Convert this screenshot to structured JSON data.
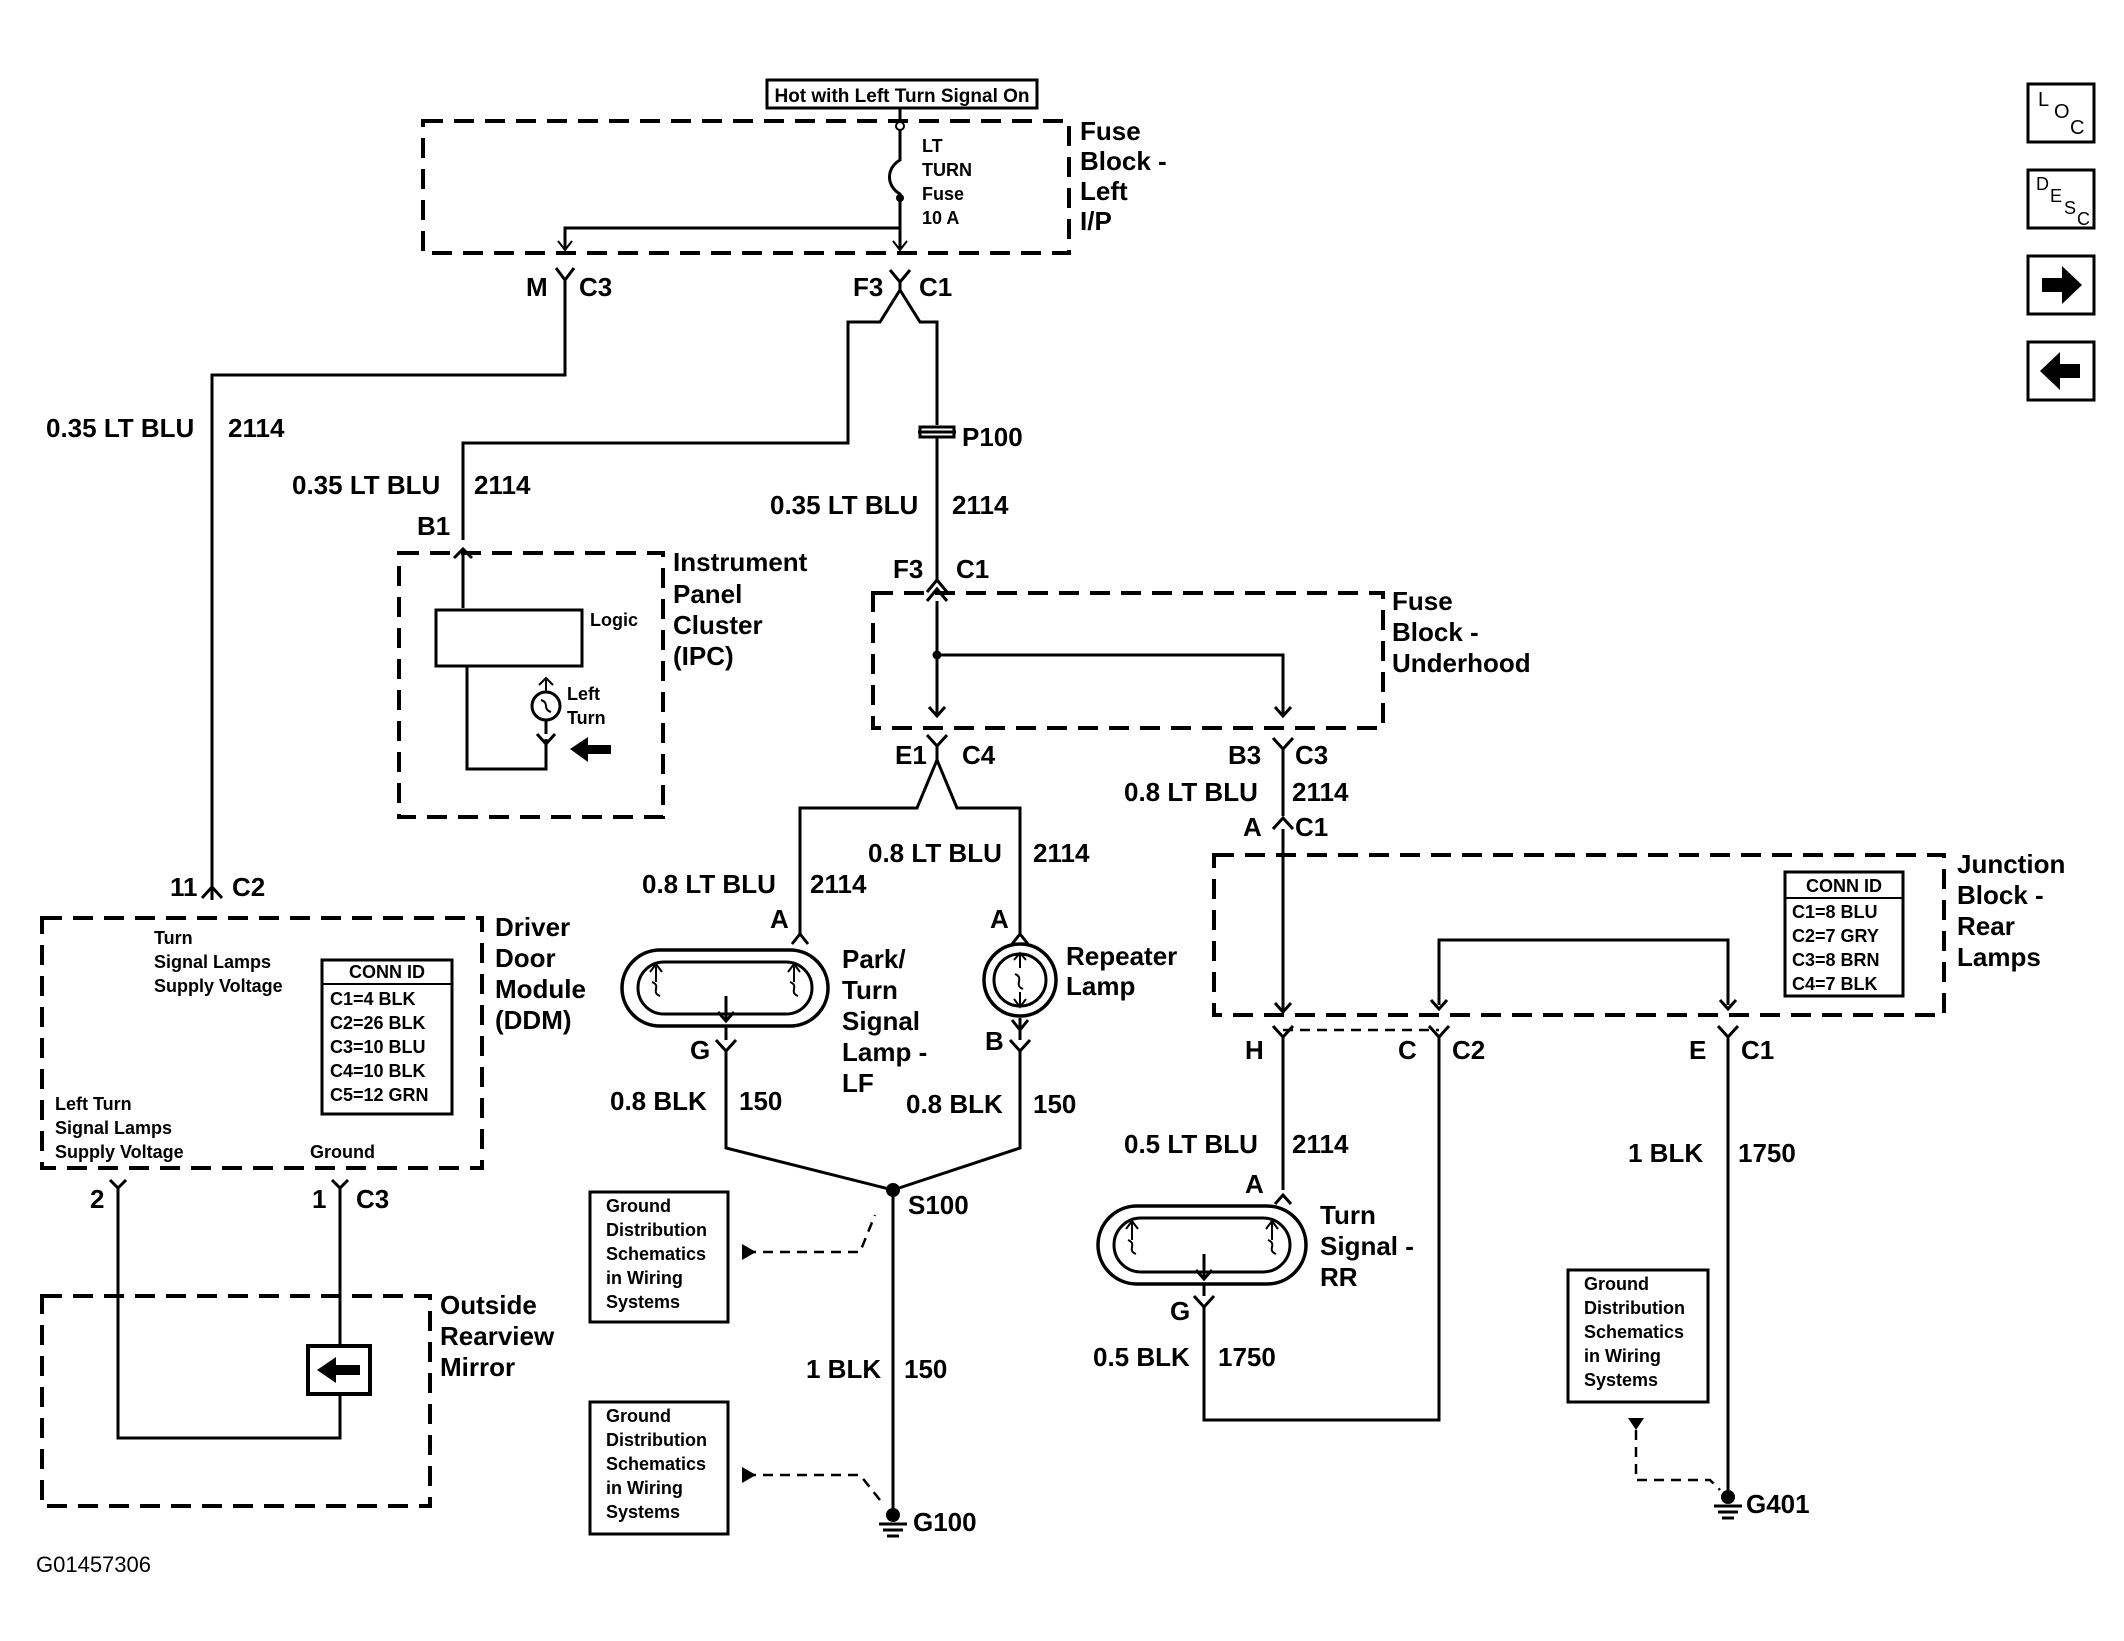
{
  "hot_label": "Hot with Left Turn Signal On",
  "fuse_block_lip": [
    "Fuse",
    "Block -",
    "Left",
    "I/P"
  ],
  "fuse": [
    "LT",
    "TURN",
    "Fuse",
    "10 A"
  ],
  "connectors": {
    "m": "M",
    "c3_top": "C3",
    "f3_top": "F3",
    "c1_top": "C1",
    "b1": "B1",
    "p100": "P100",
    "f3_mid": "F3",
    "c1_mid": "C1",
    "e1": "E1",
    "c4": "C4",
    "b3": "B3",
    "c3_mid": "C3",
    "a_jb": "A",
    "c1_jb": "C1",
    "a_lf": "A",
    "a_rep": "A",
    "g_lf": "G",
    "b_rep": "B",
    "n11": "11",
    "c2_ddm": "C2",
    "n2": "2",
    "n1": "1",
    "c3_ddm": "C3",
    "h": "H",
    "c_jb": "C",
    "c2_jb": "C2",
    "e_jb": "E",
    "c1_jb2": "C1",
    "a_rr": "A",
    "g_rr": "G"
  },
  "wires": {
    "w1": [
      "0.35 LT BLU",
      "2114"
    ],
    "w2": [
      "0.35 LT BLU",
      "2114"
    ],
    "w3": [
      "0.35 LT BLU",
      "2114"
    ],
    "w4": [
      "0.8 LT BLU",
      "2114"
    ],
    "w5": [
      "0.8 LT BLU",
      "2114"
    ],
    "w6": [
      "0.8 LT BLU",
      "2114"
    ],
    "w7": [
      "0.8 BLK",
      "150"
    ],
    "w8": [
      "0.8 BLK",
      "150"
    ],
    "w9": [
      "0.5 LT BLU",
      "2114"
    ],
    "w10": [
      "1 BLK",
      "1750"
    ],
    "w11": [
      "1 BLK",
      "150"
    ],
    "w12": [
      "0.5 BLK",
      "1750"
    ]
  },
  "ipc": {
    "title": [
      "Instrument",
      "Panel",
      "Cluster",
      "(IPC)"
    ],
    "logic": "Logic",
    "left_turn": [
      "Left",
      "Turn"
    ]
  },
  "fuse_block_underhood": [
    "Fuse",
    "Block -",
    "Underhood"
  ],
  "ddm": {
    "title": [
      "Driver",
      "Door",
      "Module",
      "(DDM)"
    ],
    "turn_supply": [
      "Turn",
      "Signal Lamps",
      "Supply Voltage"
    ],
    "left_turn_supply": [
      "Left Turn",
      "Signal Lamps",
      "Supply Voltage"
    ],
    "ground": "Ground",
    "conn_id": {
      "header": "CONN ID",
      "rows": [
        "C1=4 BLK",
        "C2=26 BLK",
        "C3=10 BLU",
        "C4=10 BLK",
        "C5=12 GRN"
      ]
    }
  },
  "park_lamp": [
    "Park/",
    "Turn",
    "Signal",
    "Lamp -",
    "LF"
  ],
  "repeater_lamp": [
    "Repeater",
    "Lamp"
  ],
  "junction_block": {
    "title": [
      "Junction",
      "Block -",
      "Rear",
      "Lamps"
    ],
    "conn_id": {
      "header": "CONN ID",
      "rows": [
        "C1=8 BLU",
        "C2=7 GRY",
        "C3=8 BRN",
        "C4=7 BLK"
      ]
    }
  },
  "turn_rr": [
    "Turn",
    "Signal -",
    "RR"
  ],
  "s100": "S100",
  "ground_ref": [
    "Ground",
    "Distribution",
    "Schematics",
    "in Wiring",
    "Systems"
  ],
  "grounds": {
    "g100": "G100",
    "g401": "G401"
  },
  "mirror": [
    "Outside",
    "Rearview",
    "Mirror"
  ],
  "figure_id": "G01457306",
  "nav": {
    "loc": [
      "L",
      "O",
      "C"
    ],
    "desc": [
      "D",
      "E",
      "S",
      "C"
    ],
    "next": "next-arrow-icon",
    "prev": "prev-arrow-icon"
  }
}
